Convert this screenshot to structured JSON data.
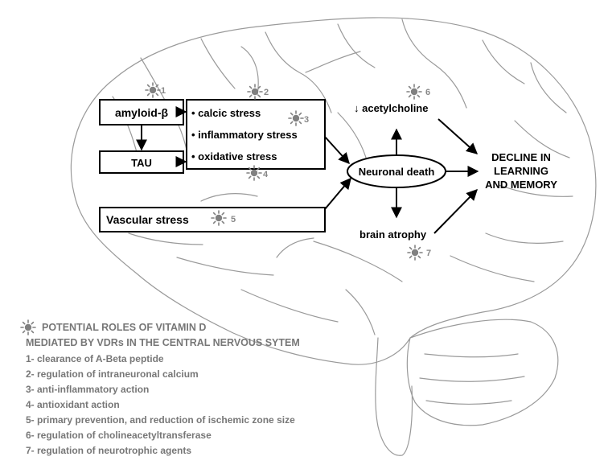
{
  "boxes": {
    "amyloid": "amyloid-β",
    "tau": "TAU",
    "stress_items": [
      "• calcic stress",
      "• inflammatory stress",
      "• oxidative stress"
    ],
    "vascular": "Vascular stress"
  },
  "nodes": {
    "neuronal_death": "Neuronal death",
    "acetylcholine": "↓ acetylcholine",
    "brain_atrophy": "brain atrophy",
    "decline": [
      "DECLINE IN",
      "LEARNING",
      "AND MEMORY"
    ]
  },
  "markers": [
    "1",
    "2",
    "3",
    "4",
    "5",
    "6",
    "7"
  ],
  "legend": {
    "title_line1": "POTENTIAL ROLES OF VITAMIN D",
    "title_line2": "MEDIATED BY VDRs IN THE CENTRAL NERVOUS SYTEM",
    "items": [
      "1- clearance of A-Beta peptide",
      "2- regulation of intraneuronal calcium",
      "3- anti-inflammatory action",
      "4- antioxidant action",
      "5- primary prevention, and reduction of ischemic zone size",
      "6- regulation of cholineacetyltransferase",
      "7- regulation of neurotrophic agents"
    ]
  },
  "colors": {
    "ink": "#000000",
    "marker": "#808080",
    "legend_text": "#777777",
    "sketch": "#9a9a9a"
  }
}
